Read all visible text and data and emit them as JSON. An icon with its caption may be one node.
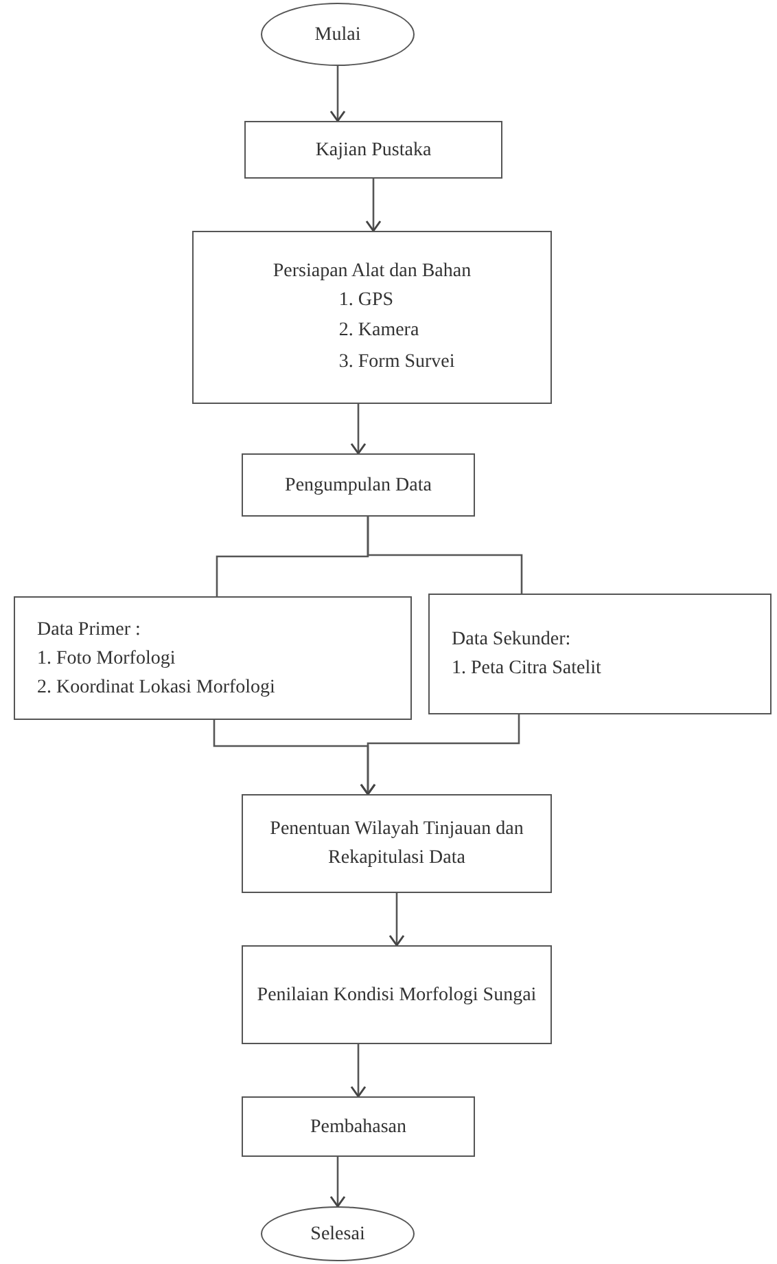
{
  "diagram": {
    "nodes": [
      {
        "text": [
          "Mulai"
        ]
      },
      {
        "text": [
          "Kajian Pustaka"
        ]
      },
      {
        "text": [
          "Persiapan Alat dan Bahan",
          "1. GPS",
          "2. Kamera",
          "3. Form Survei"
        ]
      },
      {
        "text": [
          "Pengumpulan Data"
        ]
      },
      {
        "text": [
          "Data Primer :",
          "1. Foto Morfologi",
          "2. Koordinat Lokasi Morfologi"
        ]
      },
      {
        "text": [
          "Data Sekunder:",
          "1. Peta Citra Satelit"
        ]
      },
      {
        "text": [
          "Penentuan Wilayah Tinjauan dan Rekapitulasi Data"
        ]
      },
      {
        "text": [
          "Penilaian Kondisi Morfologi Sungai"
        ]
      },
      {
        "text": [
          "Pembahasan"
        ]
      },
      {
        "text": [
          "Selesai"
        ]
      }
    ],
    "edges": [
      {
        "from": 0,
        "to": 1,
        "arrow": "to"
      },
      {
        "from": 1,
        "to": 2,
        "arrow": "to"
      },
      {
        "from": 2,
        "to": 3,
        "arrow": "to"
      },
      {
        "from": 3,
        "to": 4,
        "arrow": "none"
      },
      {
        "from": 3,
        "to": 5,
        "arrow": "none"
      },
      {
        "from": 4,
        "to": 6,
        "arrow": "to"
      },
      {
        "from": 5,
        "to": 6,
        "arrow": "to"
      },
      {
        "from": 6,
        "to": 7,
        "arrow": "to"
      },
      {
        "from": 7,
        "to": 8,
        "arrow": "to"
      },
      {
        "from": 8,
        "to": 9,
        "arrow": "to"
      }
    ]
  }
}
